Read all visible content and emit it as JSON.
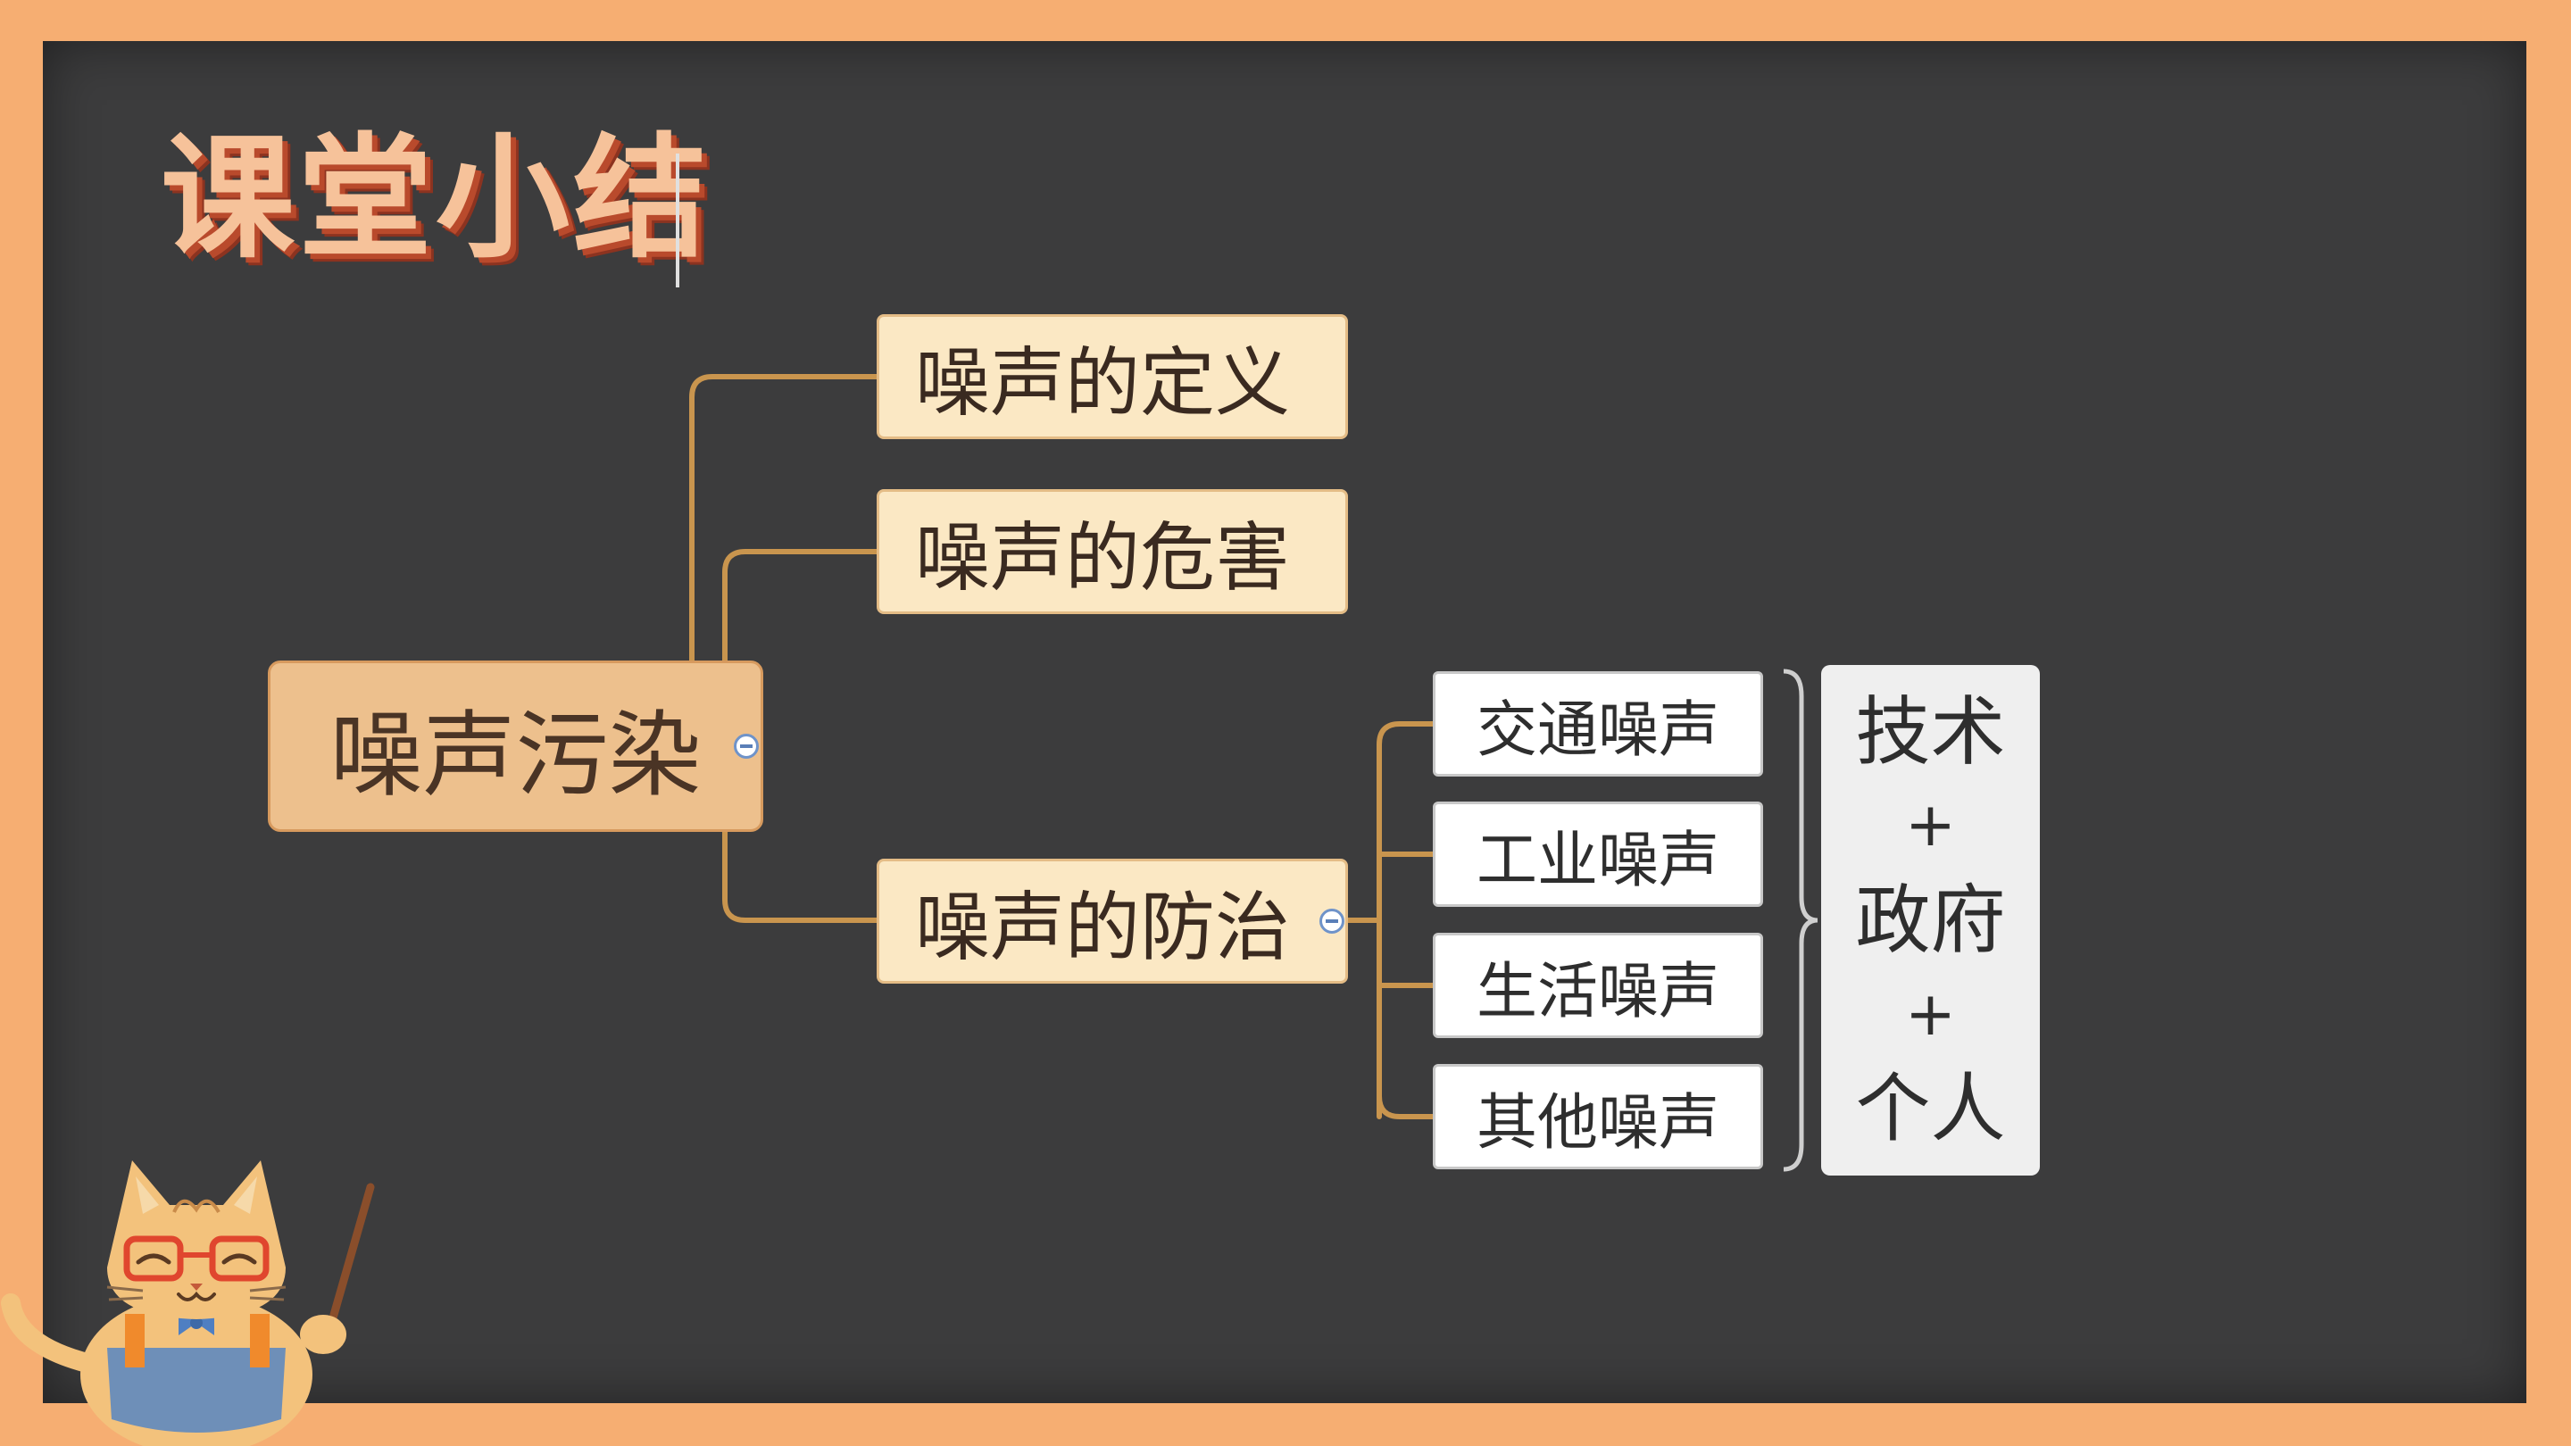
{
  "slide": {
    "title": "课堂小结"
  },
  "mindmap": {
    "root": "噪声污染",
    "branches": [
      {
        "label": "噪声的定义"
      },
      {
        "label": "噪声的危害"
      },
      {
        "label": "噪声的防治"
      }
    ],
    "sources": [
      "交通噪声",
      "工业噪声",
      "生活噪声",
      "其他噪声"
    ],
    "summary": {
      "item1": "技术",
      "plus1": "+",
      "item2": "政府",
      "plus2": "+",
      "item3": "个人"
    }
  },
  "colors": {
    "frame": "#F6AE72",
    "board": "#3C3C3D",
    "root_fill": "#EDC08D",
    "branch_fill": "#FBE8C4",
    "connector": "#C9954E",
    "title": "#F6C29A",
    "title_shadow": "#B94A2C"
  },
  "icons": {
    "collapse": "collapse-icon",
    "mascot": "cat-teacher-mascot"
  }
}
